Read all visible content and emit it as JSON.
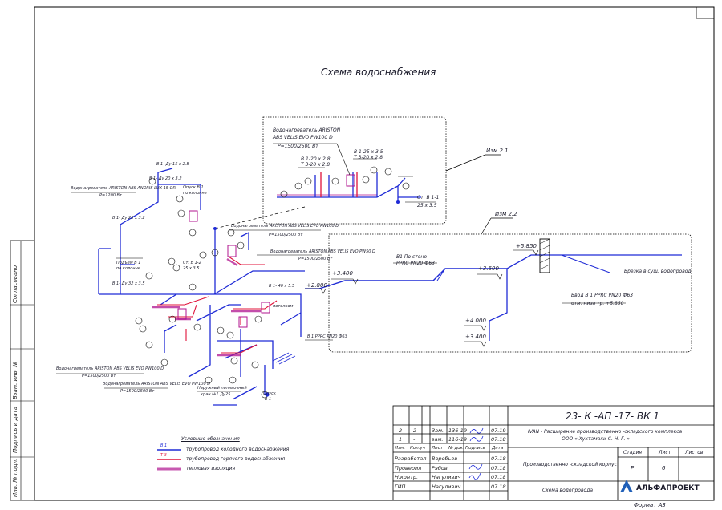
{
  "sheet": {
    "title": "Схема водоснабжения",
    "format_label": "Формат А3",
    "format_value": "А3"
  },
  "left_stamps": [
    "Согласовано",
    "Взам. инв. №",
    "Подпись и дата",
    "Инв. № подл."
  ],
  "callouts": {
    "izm21": "Изм 2.1",
    "izm22": "Изм 2.2"
  },
  "equipment": {
    "heater_top_1": "Водонагреватель ARISTON",
    "heater_top_2": "ABS VELIS EVO PW100 D",
    "heater_top_3": "P=1500/2500 Вт",
    "heater_lux_1": "Водонагреватель ARISTON ABS ANDRIS LUX 15 OR",
    "heater_lux_2": "P=1200 Вт",
    "heater_mid_1": "Водонагреватель ARISTON ABS VELIS EVO PW100 D",
    "heater_mid_2": "P=1500/2500 Вт",
    "heater_50_1": "Водонагреватель ARISTON ABS VELIS EVO PW50 D",
    "heater_50_2": "P=1500/2500 Вт",
    "heater_low1_1": "Водонагреватель ARISTON ABS VELIS EVO PW100 D",
    "heater_low1_2": "P=1500/2500 Вт",
    "heater_low2_1": "Водонагреватель ARISTON ABS VELIS EVO PW100 D",
    "heater_low2_2": "P=1500/2500 Вт"
  },
  "pipe_labels": {
    "b1_25_a": "В 1-25 х 3.5",
    "t3_20_a": "Т 3-20 х 2.8",
    "b1_20_a": "В 1-20 х 2.8",
    "t3_20_b": "Т 3-20 х 2.8",
    "st_b11": "Ст. В 1-1",
    "st_b11_size": "25 х 3.5",
    "v1_po_stene": "В1 По стене",
    "pprc_63": "PPRC PN20 Ф63",
    "vvod_1": "Ввод В 1 PPRC PN20 Ф63",
    "vvod_2": "отм. низа тр. +5.850",
    "vrezka": "Врезка в сущ. водопровод",
    "du15": "В 1- Ду 15 х 2.8",
    "du20_32": "В 1- Ду 20 х 3.2",
    "du25_32": "В 1- Ду 25 х 3.2",
    "du32_35": "В 1- Ду 32 х 3.5",
    "opusk1": "Опуск В 1",
    "opusk1b": "по колонне",
    "podiem": "Подъем В 1",
    "podiem_b": "по колонне",
    "st_b12": "Ст. В 1-2",
    "st_b12_size": "25 х 3.5",
    "b1_40": "В 1- 40 х 5.5",
    "potolok": "потолком",
    "b1_pprc_63": "В 1 PPRC PN20 Ф63",
    "nar_kran_1": "Наружный поливочный",
    "nar_kran_2": "кран №1 Ду25",
    "opusk_low": "Опуск",
    "opusk_low_b": "В 1"
  },
  "elevations": {
    "e5850": "+5.850",
    "e3600": "+3.600",
    "e3400_a": "+3.400",
    "e2800": "+2.800",
    "e4000": "+4.000",
    "e3400_b": "+3.400"
  },
  "legend": {
    "title": "Условные обозначения",
    "items": [
      {
        "code": "В 1",
        "label": "трубопровод холодного водоснабжения",
        "color": "#1f2bd6"
      },
      {
        "code": "Т 3",
        "label": "трубопровод горячего водоснабжения",
        "color": "#e0123a"
      },
      {
        "code": "",
        "label": "тепловая изоляция",
        "color": "#b0148f"
      }
    ]
  },
  "title_block": {
    "code": "23- К -АП -17- ВК 1",
    "project_1": "IVAN -  Расширение производственно -складского комплекса",
    "project_2": "ООО « Хуктамаки С. Н. Г. »",
    "sheet_name": "Производственно -складской корпус",
    "drawing_name": "Схема водопровода",
    "stage_h": "Стадия",
    "sheet_h": "Лист",
    "sheets_h": "Листов",
    "stage": "Р",
    "sheet": "6",
    "sheets": "",
    "logo": "АЛЬФАПРОЕКТ",
    "rev_rows": [
      [
        "2",
        "2",
        "Зам.",
        "136-19",
        "",
        "07.19"
      ],
      [
        "1",
        "-",
        "зам.",
        "116-19",
        "",
        "07.18"
      ]
    ],
    "rev_head": [
      "Изм.",
      "Кол.уч",
      "Лист",
      "№ док.",
      "Подпись",
      "Дата"
    ],
    "sign_rows": [
      [
        "Разработал",
        "Воробьев",
        "07.18"
      ],
      [
        "Проверил",
        "Рябов",
        "07.18"
      ],
      [
        "Н.контр.",
        "Нагуливич",
        "07.18"
      ],
      [
        "ГИП",
        "Нагуливич",
        "07.18"
      ]
    ]
  },
  "colors": {
    "cold": "#1f2bd6",
    "hot": "#e0123a",
    "insulation": "#b0148f",
    "frame": "#000000"
  }
}
